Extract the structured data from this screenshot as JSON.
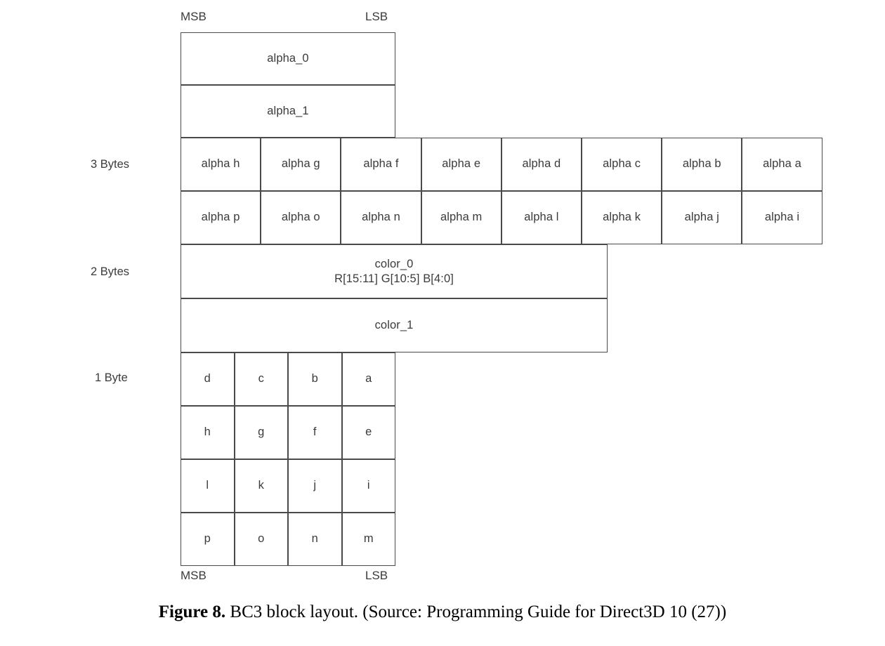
{
  "figure": {
    "caption_label": "Figure 8.",
    "caption_text": " BC3 block layout. (Source: Programming Guide for Direct3D 10 (27))"
  },
  "bit_markers": {
    "top_msb": "MSB",
    "top_lsb": "LSB",
    "bottom_msb": "MSB",
    "bottom_lsb": "LSB"
  },
  "side_labels": {
    "three_bytes": "3 Bytes",
    "two_bytes": "2 Bytes",
    "one_byte": "1 Byte"
  },
  "alpha_endpoints": [
    {
      "label": "alpha_0"
    },
    {
      "label": "alpha_1"
    }
  ],
  "alpha_index_rows": [
    {
      "cells": [
        "alpha h",
        "alpha g",
        "alpha f",
        "alpha e",
        "alpha d",
        "alpha c",
        "alpha b",
        "alpha a"
      ]
    },
    {
      "cells": [
        "alpha p",
        "alpha o",
        "alpha n",
        "alpha m",
        "alpha l",
        "alpha k",
        "alpha j",
        "alpha i"
      ]
    }
  ],
  "color_rows": [
    {
      "line1": "color_0",
      "line2": "R[15:11] G[10:5]  B[4:0]"
    },
    {
      "line1": "color_1",
      "line2": ""
    }
  ],
  "color_index_rows": [
    {
      "cells": [
        "d",
        "c",
        "b",
        "a"
      ]
    },
    {
      "cells": [
        "h",
        "g",
        "f",
        "e"
      ]
    },
    {
      "cells": [
        "l",
        "k",
        "j",
        "i"
      ]
    },
    {
      "cells": [
        "p",
        "o",
        "n",
        "m"
      ]
    }
  ],
  "colors": {
    "stroke": "#4a4a4a",
    "text": "#3b3b3b",
    "caption_text": "#000000",
    "background": "#ffffff"
  }
}
